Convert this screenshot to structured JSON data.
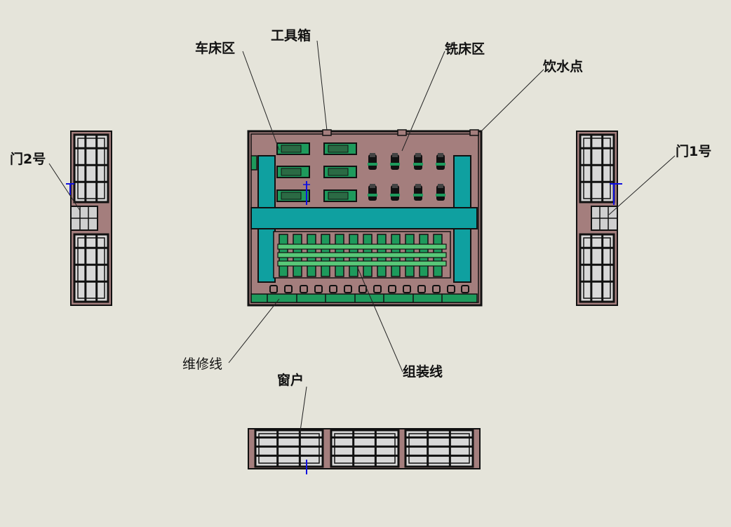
{
  "labels": {
    "lathe_area": "车床区",
    "toolbox": "工具箱",
    "milling_area": "铣床区",
    "water_point": "饮水点",
    "door2": "门2号",
    "door1": "门1号",
    "repair_line": "维修线",
    "assembly_line": "组装线",
    "window": "窗户"
  },
  "colors": {
    "background": "#e5e4da",
    "floor": "#a47e7d",
    "aisle": "#0fa0a0",
    "equipment_green": "#1e9a5c",
    "light_green": "#58c878",
    "outline": "#111111",
    "grid_fill": "#d8d8d8",
    "axis_marker": "#1010e0"
  }
}
